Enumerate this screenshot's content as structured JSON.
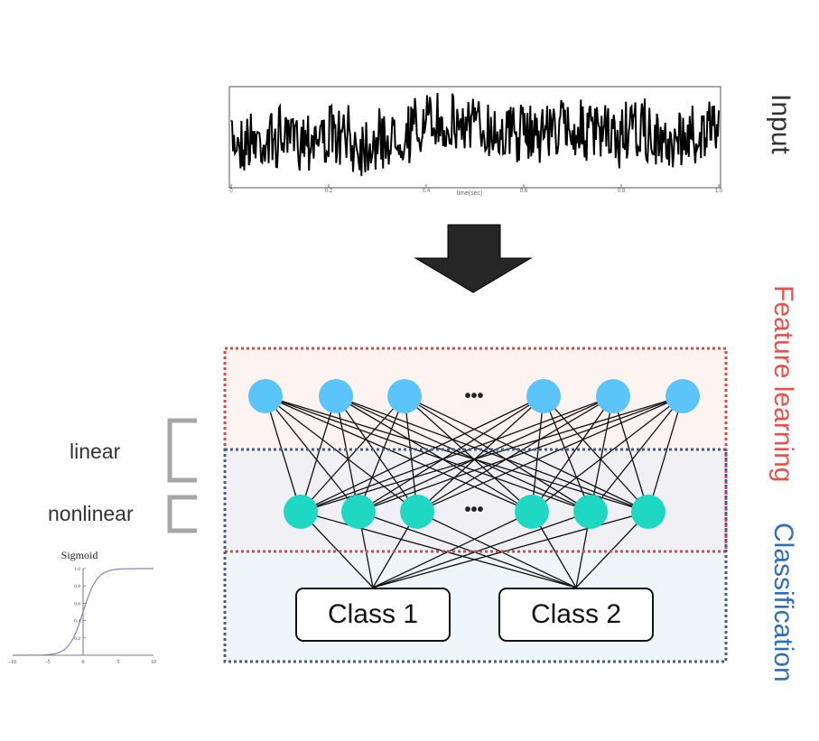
{
  "labels": {
    "input": "Input",
    "feature_learning": "Feature learning",
    "classification": "Classification",
    "linear": "linear",
    "nonlinear": "nonlinear",
    "ellipsis": "•••"
  },
  "classes": [
    "Class 1",
    "Class 2"
  ],
  "sigmoid": {
    "title": "Sigmoid",
    "x_ticks": [
      "-10",
      "-5",
      "0",
      "5",
      "10"
    ],
    "y_ticks": [
      "0.2",
      "0.4",
      "0.6",
      "0.8",
      "1.0"
    ]
  },
  "signal": {
    "x_ticks": [
      "0",
      "0.2",
      "0.4",
      "0.6",
      "0.8",
      "1.0"
    ],
    "xlabel": "time(sec)"
  },
  "colors": {
    "input_node": "#5bc4f8",
    "hidden_node": "#1fd8c4",
    "feature_border": "#e8403c",
    "classification_border": "#3e5c9c",
    "feature_text": "#e8504c",
    "classification_text": "#2f6fb5",
    "bracket": "#a6a6a6",
    "arrow": "#262626"
  }
}
